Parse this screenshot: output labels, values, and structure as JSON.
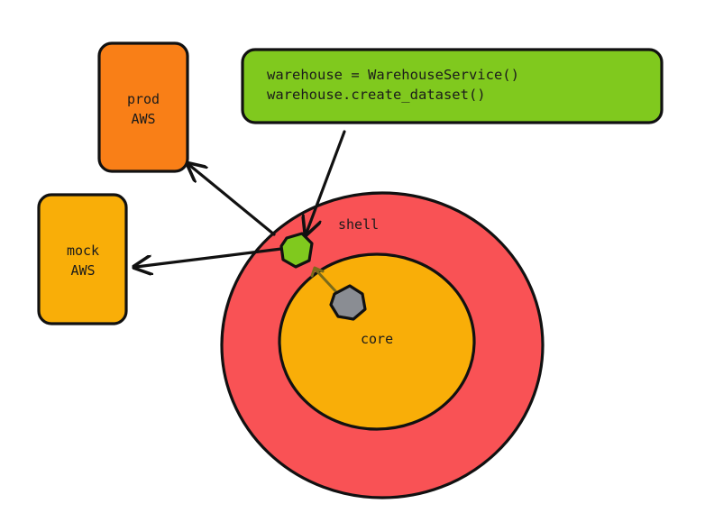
{
  "colors": {
    "shell": "#f95255",
    "core": "#f9ae08",
    "prod_box": "#f97f17",
    "mock_box": "#f9ae08",
    "code_box": "#80c91e",
    "port_node": "#80c91e",
    "core_node": "#8a8d93",
    "outline": "#111111",
    "dependency_arrow": "#7a6a1a"
  },
  "nodes": {
    "prod": {
      "line1": "prod",
      "line2": "AWS"
    },
    "mock": {
      "line1": "mock",
      "line2": "AWS"
    },
    "shell": {
      "label": "shell"
    },
    "core": {
      "label": "core"
    }
  },
  "code": {
    "line1": "warehouse = WarehouseService()",
    "line2": "warehouse.create_dataset()"
  }
}
